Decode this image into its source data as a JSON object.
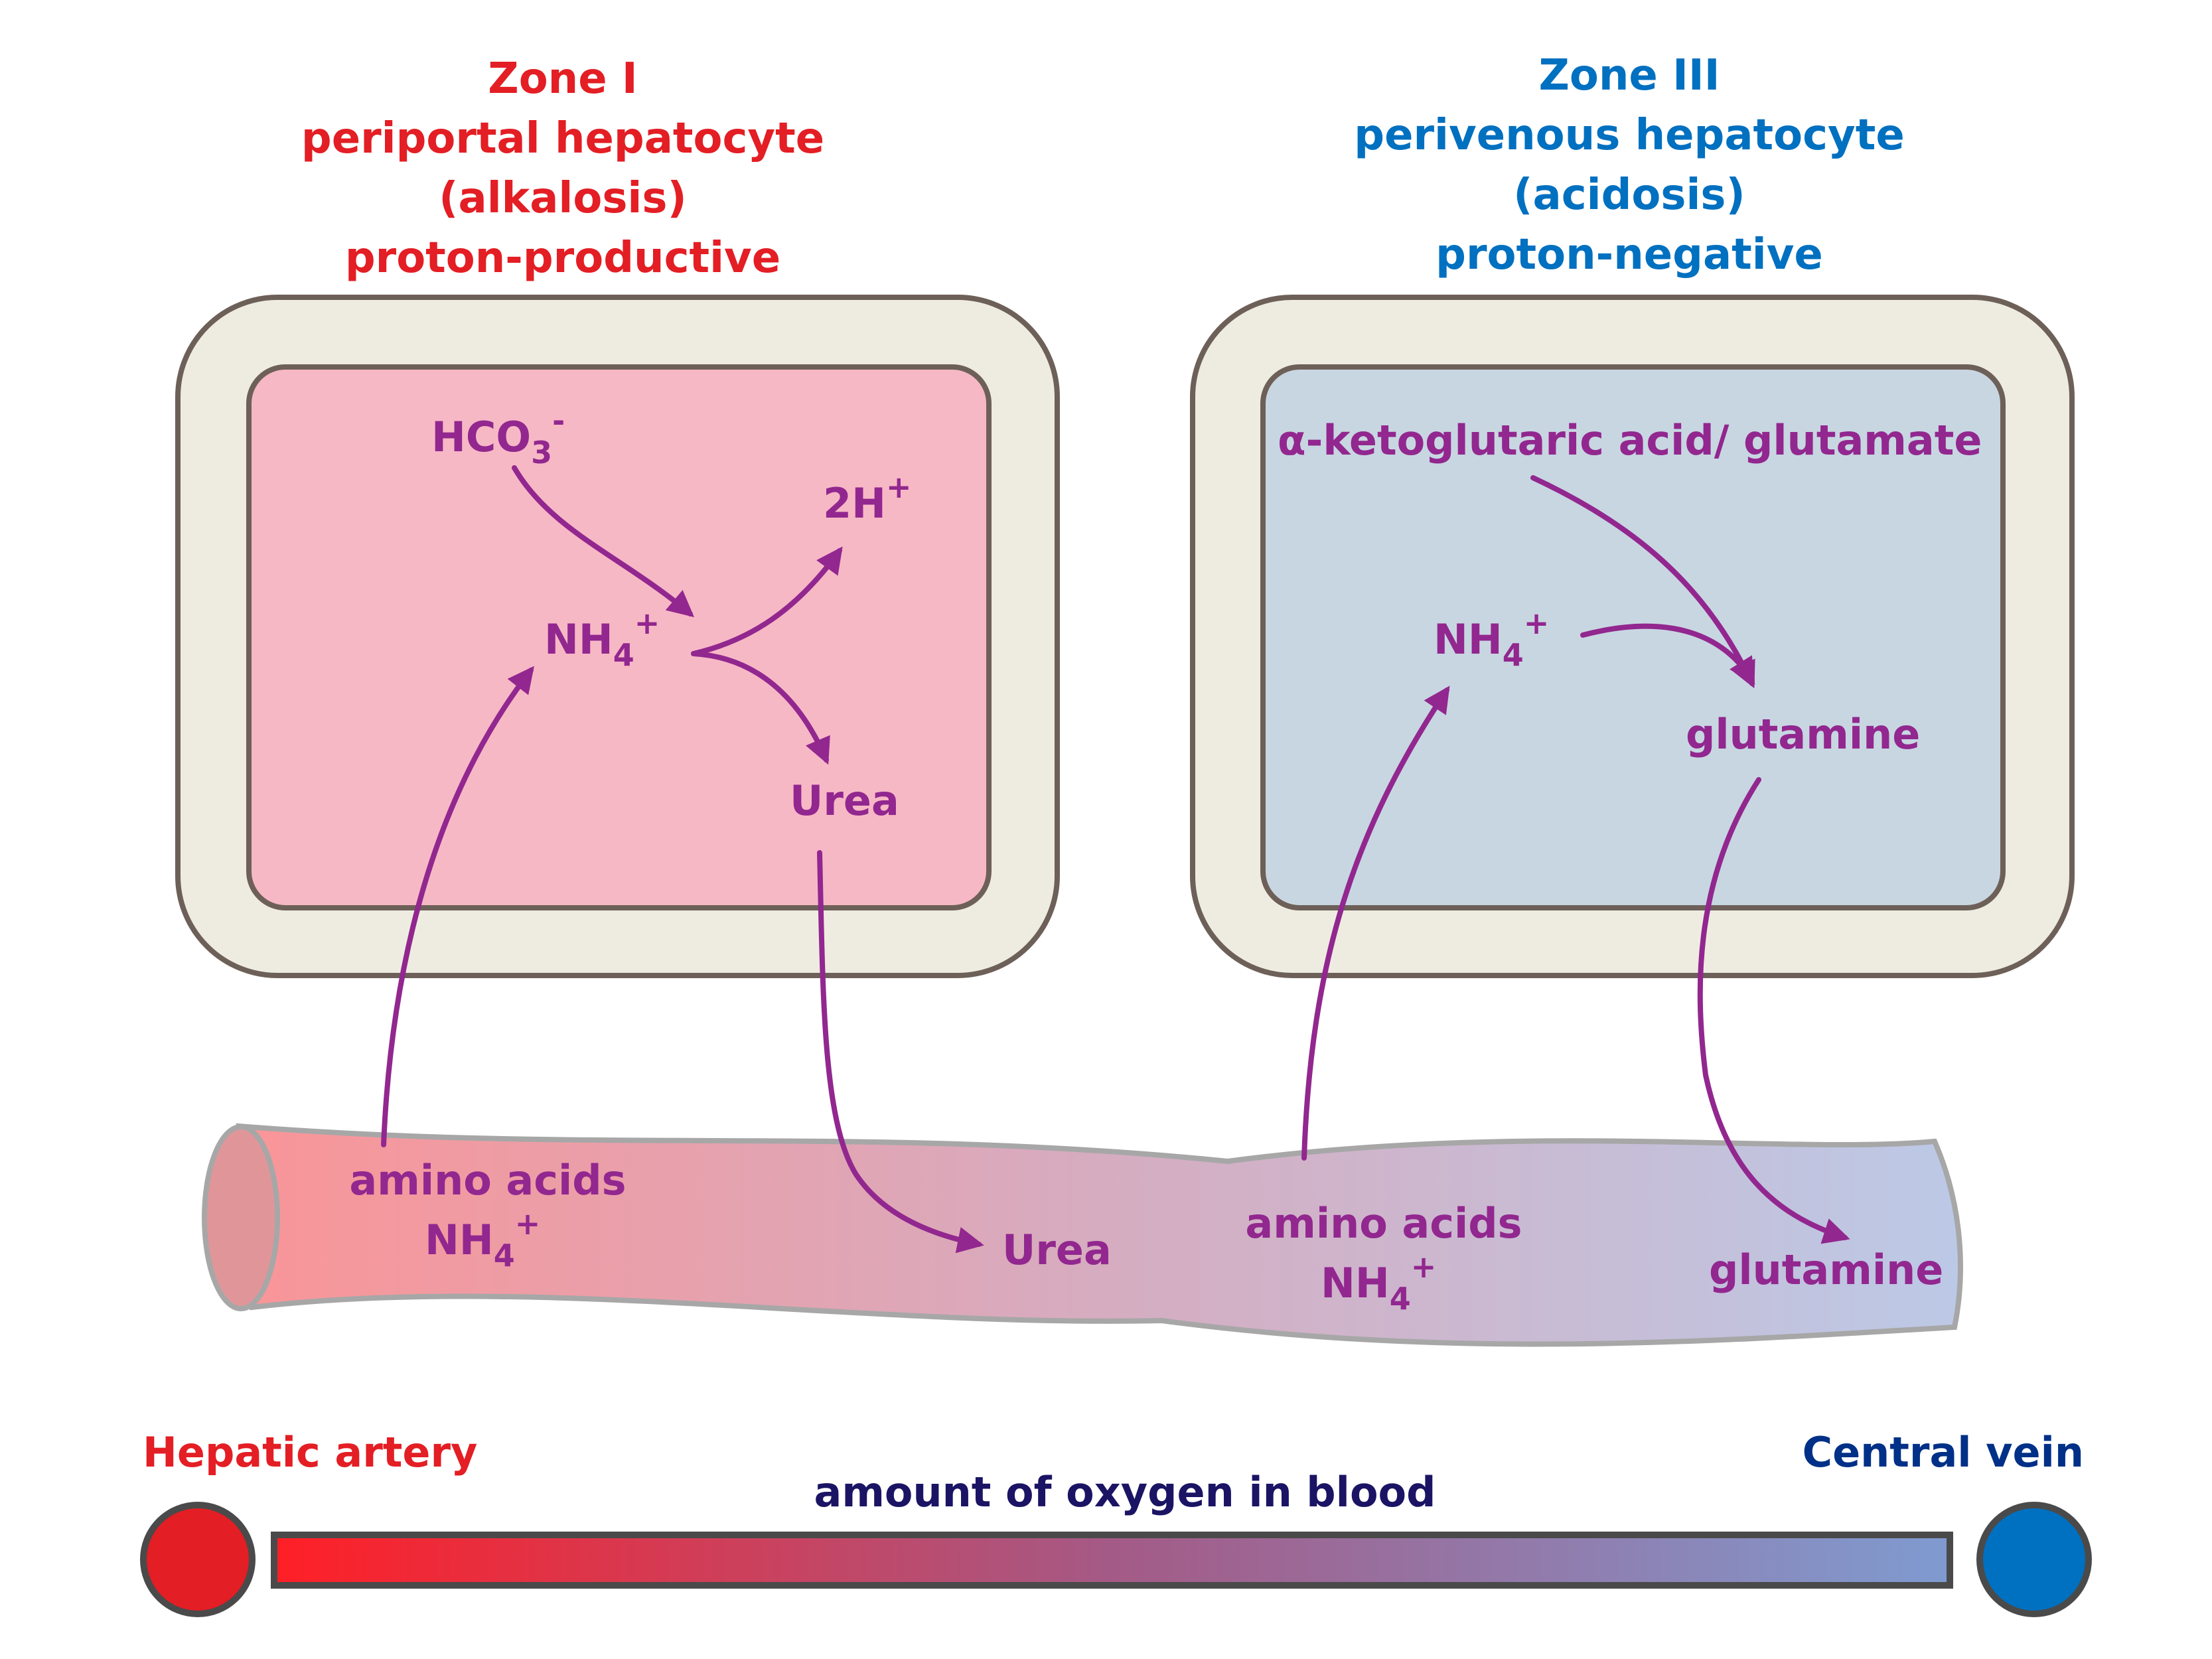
{
  "colors": {
    "zone1": "#e31e24",
    "zone3": "#0070c0",
    "label": "#92278f",
    "central_vein": "#003087",
    "axis_title": "#1b1464"
  },
  "zone1": {
    "line1": "Zone I",
    "line2": "periportal hepatocyte",
    "line3": "(alkalosis)",
    "line4": "proton-productive"
  },
  "zone3": {
    "line1": "Zone III",
    "line2": "perivenous hepatocyte",
    "line3": "(acidosis)",
    "line4": "proton-negative"
  },
  "cell1": {
    "hco3": "HCO",
    "hco3_sub": "3",
    "hco3_sup": "-",
    "h2": "2H",
    "h2_sup": "+",
    "nh4": "NH",
    "nh4_sub": "4",
    "nh4_sup": "+",
    "urea": "Urea"
  },
  "cell3": {
    "akg": "α-ketoglutaric acid/ glutamate",
    "nh4": "NH",
    "nh4_sub": "4",
    "nh4_sup": "+",
    "glutamine": "glutamine"
  },
  "vessel": {
    "aa1_line1": "amino acids",
    "aa1_nh4": "NH",
    "aa1_nh4_sub": "4",
    "aa1_nh4_sup": "+",
    "urea": "Urea",
    "aa2_line1": "amino acids",
    "aa2_nh4": "NH",
    "aa2_nh4_sub": "4",
    "aa2_nh4_sup": "+",
    "glutamine": "glutamine"
  },
  "legend": {
    "left": "Hepatic artery",
    "right": "Central vein",
    "title": "amount of oxygen in blood"
  }
}
